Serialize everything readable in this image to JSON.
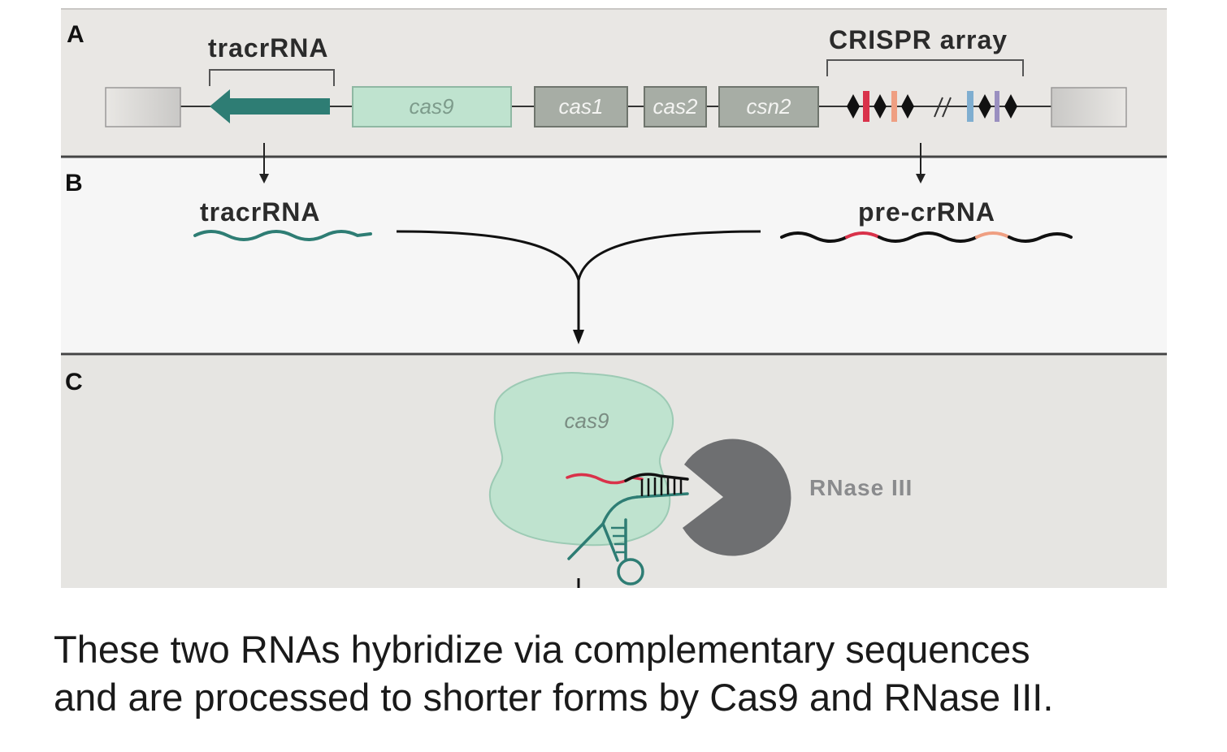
{
  "panels": {
    "a": {
      "letter": "A",
      "tracr_label": "tracrRNA",
      "crispr_label": "CRISPR array"
    },
    "b": {
      "letter": "B",
      "tracr_label": "tracrRNA",
      "precr_label": "pre-crRNA"
    },
    "c": {
      "letter": "C",
      "cas9_label": "cas9",
      "rnase_label": "RNase III"
    }
  },
  "genes": [
    "cas9",
    "cas1",
    "cas2",
    "csn2"
  ],
  "colors": {
    "panel_a_bg": "#e9e7e4",
    "panel_b_bg": "#f6f6f6",
    "panel_c_bg": "#e6e5e2",
    "tracr_teal": "#2e7d74",
    "cas9_green": "#bfe3cf",
    "cas_gray": "#a7ada5",
    "spacer_red": "#d9324a",
    "spacer_peach": "#ef9f82",
    "spacer_blue": "#7faed0",
    "rnase_gray": "#6e6f71"
  },
  "caption": {
    "line1": "These two RNAs hybridize via complementary sequences",
    "line2": "and are processed to shorter forms by Cas9 and RNase III."
  }
}
